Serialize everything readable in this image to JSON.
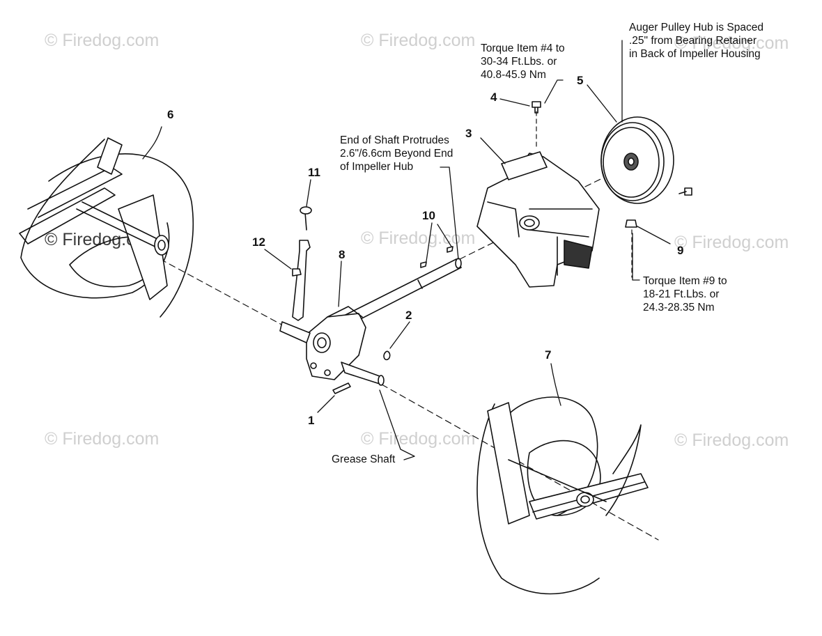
{
  "watermarks": [
    "© Firedog.com",
    "© Firedog.com",
    "© Firedog.com",
    "© Firedog.com",
    "© Firedog.com",
    "© Firedog.com",
    "© Firedog.com",
    "© Firedog.com",
    "© Firedog.com"
  ],
  "notes": {
    "torque_item4": "Torque Item #4 to\n30-34 Ft.Lbs. or\n40.8-45.9 Nm",
    "auger_pulley": "Auger Pulley Hub is Spaced\n.25\" from Bearing Retainer\nin Back of Impeller Housing",
    "end_of_shaft": "End of Shaft Protrudes\n2.6\"/6.6cm Beyond End\nof Impeller Hub",
    "torque_item9": "Torque Item #9 to\n18-21 Ft.Lbs. or\n24.3-28.35 Nm",
    "grease_shaft": "Grease Shaft"
  },
  "callouts": [
    "1",
    "2",
    "3",
    "4",
    "5",
    "6",
    "7",
    "8",
    "9",
    "10",
    "11",
    "12"
  ]
}
